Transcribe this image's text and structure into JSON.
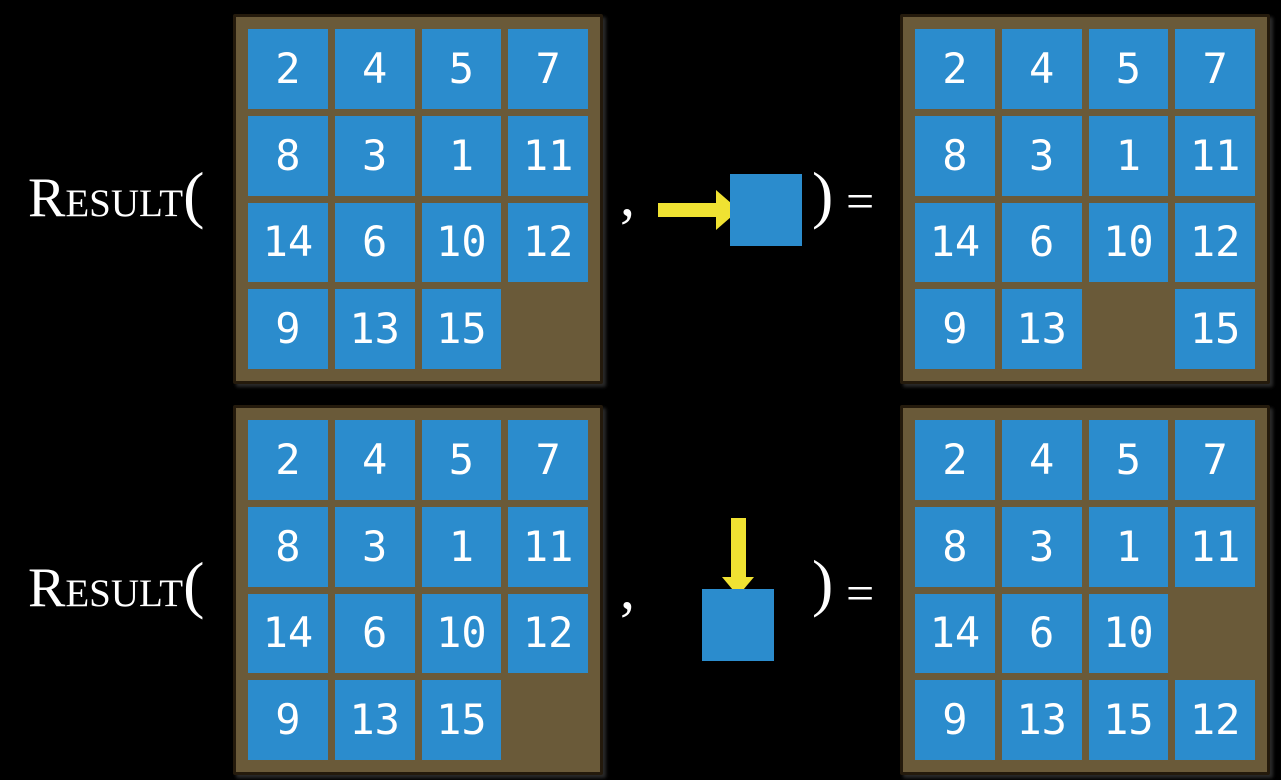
{
  "slide": {
    "background_color": "#000000",
    "text_color": "#ffffff",
    "colors": {
      "board": "#6a5a39",
      "board_border": "#241a0c",
      "tile": "#2b8ccd",
      "tile_text": "#ffffff",
      "arrow": "#f0e232"
    },
    "rows": [
      {
        "function_name": "Result",
        "open_paren": "(",
        "comma": ",",
        "close_paren": ")",
        "equals": "=",
        "action": {
          "icon": "yellow-arrow-into-blank-tile",
          "direction": "right"
        },
        "before_grid": [
          [
            "2",
            "4",
            "5",
            "7"
          ],
          [
            "8",
            "3",
            "1",
            "11"
          ],
          [
            "14",
            "6",
            "10",
            "12"
          ],
          [
            "9",
            "13",
            "15",
            ""
          ]
        ],
        "after_grid": [
          [
            "2",
            "4",
            "5",
            "7"
          ],
          [
            "8",
            "3",
            "1",
            "11"
          ],
          [
            "14",
            "6",
            "10",
            "12"
          ],
          [
            "9",
            "13",
            "",
            "15"
          ]
        ]
      },
      {
        "function_name": "Result",
        "open_paren": "(",
        "comma": ",",
        "close_paren": ")",
        "equals": "=",
        "action": {
          "icon": "yellow-arrow-into-blank-tile",
          "direction": "down"
        },
        "before_grid": [
          [
            "2",
            "4",
            "5",
            "7"
          ],
          [
            "8",
            "3",
            "1",
            "11"
          ],
          [
            "14",
            "6",
            "10",
            "12"
          ],
          [
            "9",
            "13",
            "15",
            ""
          ]
        ],
        "after_grid": [
          [
            "2",
            "4",
            "5",
            "7"
          ],
          [
            "8",
            "3",
            "1",
            "11"
          ],
          [
            "14",
            "6",
            "10",
            ""
          ],
          [
            "9",
            "13",
            "15",
            "12"
          ]
        ]
      }
    ]
  }
}
